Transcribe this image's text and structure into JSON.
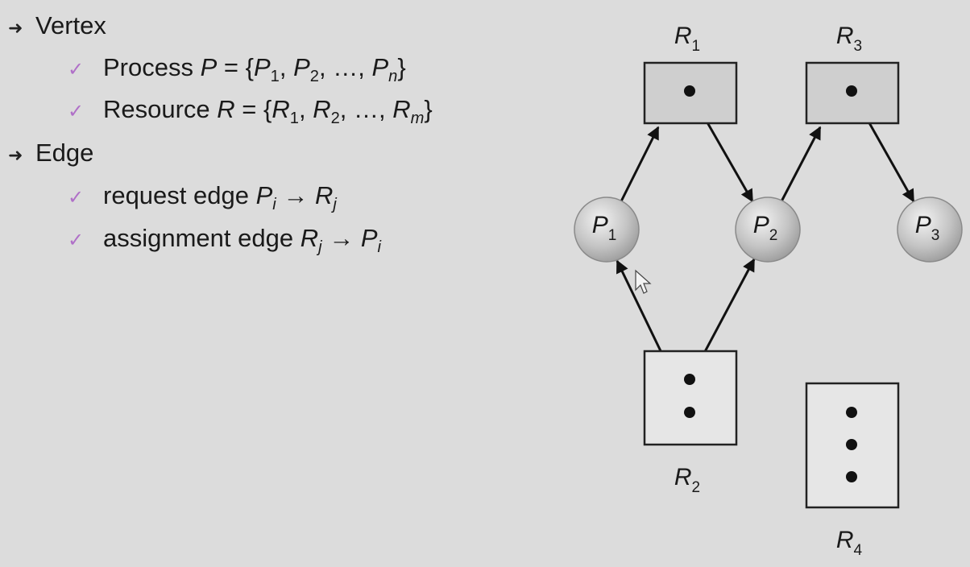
{
  "bullets": {
    "vertex": {
      "heading": "Vertex",
      "process": {
        "prefix": "Process ",
        "var": "P",
        "eq": " = {",
        "a": "P",
        "a_sub": "1",
        "sep1": ", ",
        "b": "P",
        "b_sub": "2",
        "sep2": ", …, ",
        "c": "P",
        "c_sub": "n",
        "close": "}"
      },
      "resource": {
        "prefix": "Resource ",
        "var": "R",
        "eq": " = {",
        "a": "R",
        "a_sub": "1",
        "sep1": ", ",
        "b": "R",
        "b_sub": "2",
        "sep2": ", …, ",
        "c": "R",
        "c_sub": "m",
        "close": "}"
      }
    },
    "edge": {
      "heading": "Edge",
      "request": {
        "prefix": "request edge ",
        "from": "P",
        "from_sub": "i",
        "arrow": " → ",
        "to": "R",
        "to_sub": "j"
      },
      "assignment": {
        "prefix": "assignment edge ",
        "from": "R",
        "from_sub": "j",
        "arrow": " → ",
        "to": "P",
        "to_sub": "i"
      }
    }
  },
  "graph": {
    "resources": [
      {
        "id": "R1",
        "label": "R",
        "sub": "1",
        "instances": 1
      },
      {
        "id": "R2",
        "label": "R",
        "sub": "2",
        "instances": 2
      },
      {
        "id": "R3",
        "label": "R",
        "sub": "3",
        "instances": 1
      },
      {
        "id": "R4",
        "label": "R",
        "sub": "4",
        "instances": 3
      }
    ],
    "processes": [
      {
        "id": "P1",
        "label": "P",
        "sub": "1"
      },
      {
        "id": "P2",
        "label": "P",
        "sub": "2"
      },
      {
        "id": "P3",
        "label": "P",
        "sub": "3"
      }
    ],
    "edges": [
      {
        "from": "P1",
        "to": "R1",
        "kind": "request"
      },
      {
        "from": "R1",
        "to": "P2",
        "kind": "assignment"
      },
      {
        "from": "P2",
        "to": "R3",
        "kind": "request"
      },
      {
        "from": "R3",
        "to": "P3",
        "kind": "assignment"
      },
      {
        "from": "R2",
        "to": "P1",
        "kind": "assignment"
      },
      {
        "from": "R2",
        "to": "P2",
        "kind": "assignment"
      }
    ]
  }
}
